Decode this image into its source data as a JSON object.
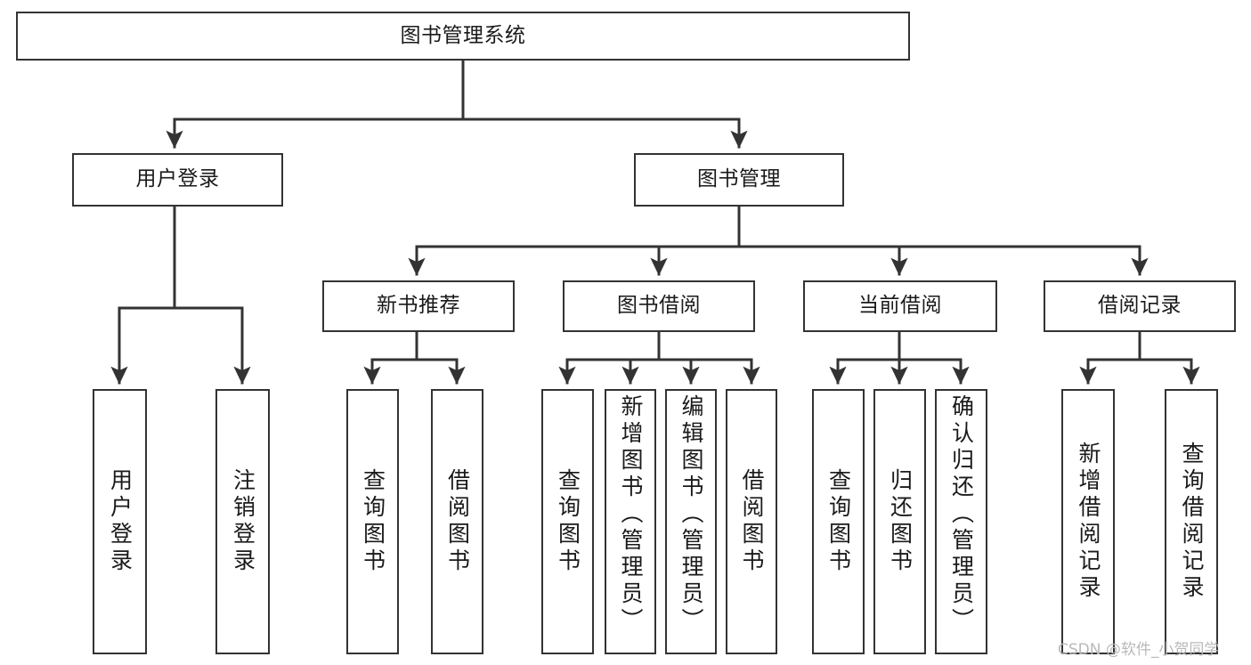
{
  "diagram": {
    "title": "图书管理系统",
    "type": "tree-hierarchy-diagram",
    "colors": {
      "box_border": "#333333",
      "box_fill": "#ffffff",
      "edge": "#333333",
      "text": "#1a1a1a",
      "watermark": "#b9b9b9",
      "background": "#ffffff"
    },
    "root": {
      "label": "图书管理系统"
    },
    "level2": [
      {
        "label": "用户登录"
      },
      {
        "label": "图书管理"
      }
    ],
    "level3": [
      {
        "label": "新书推荐"
      },
      {
        "label": "图书借阅"
      },
      {
        "label": "当前借阅"
      },
      {
        "label": "借阅记录"
      }
    ],
    "leaves": {
      "user_login": [
        {
          "label": "用户登录"
        },
        {
          "label": "注销登录"
        }
      ],
      "new_book_recommend": [
        {
          "label": "查询图书"
        },
        {
          "label": "借阅图书"
        }
      ],
      "book_borrow": [
        {
          "label": "查询图书"
        },
        {
          "label": "新增图书（管理员）"
        },
        {
          "label": "编辑图书（管理员）"
        },
        {
          "label": "借阅图书"
        }
      ],
      "current_borrow": [
        {
          "label": "查询图书"
        },
        {
          "label": "归还图书"
        },
        {
          "label": "确认归还（管理员）"
        }
      ],
      "borrow_record": [
        {
          "label": "新增借阅记录"
        },
        {
          "label": "查询借阅记录"
        }
      ]
    }
  },
  "watermark": {
    "text": "CSDN @软件_小贺同学"
  }
}
